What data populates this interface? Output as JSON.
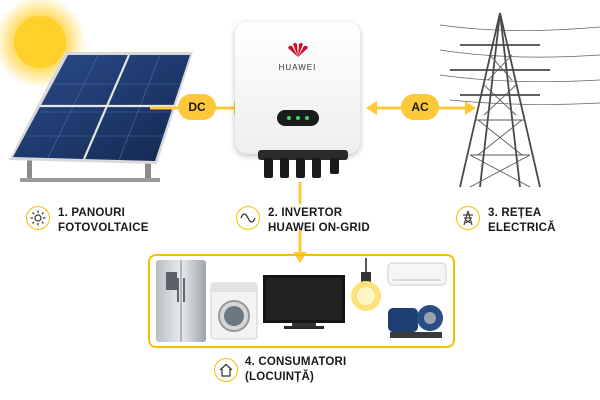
{
  "inverter": {
    "brand": "HUAWEI"
  },
  "connections": {
    "dc_label": "DC",
    "ac_label": "AC"
  },
  "nodes": {
    "panels": {
      "number": "1.",
      "line1": "PANOURI",
      "line2": "FOTOVOLTAICE",
      "icon": "sun-icon"
    },
    "inverter": {
      "number": "2.",
      "line1": "INVERTOR",
      "line2": "HUAWEI ON-GRID",
      "icon": "waveform-icon"
    },
    "grid": {
      "number": "3.",
      "line1": "REȚEA",
      "line2": "ELECTRICĂ",
      "icon": "pylon-icon"
    },
    "consumers": {
      "number": "4.",
      "line1": "CONSUMATORI",
      "line2": "(LOCUINȚĂ)",
      "icon": "house-icon"
    }
  },
  "colors": {
    "accent": "#ffc83a",
    "outline": "#f2c200",
    "panel": "#1d3566"
  }
}
